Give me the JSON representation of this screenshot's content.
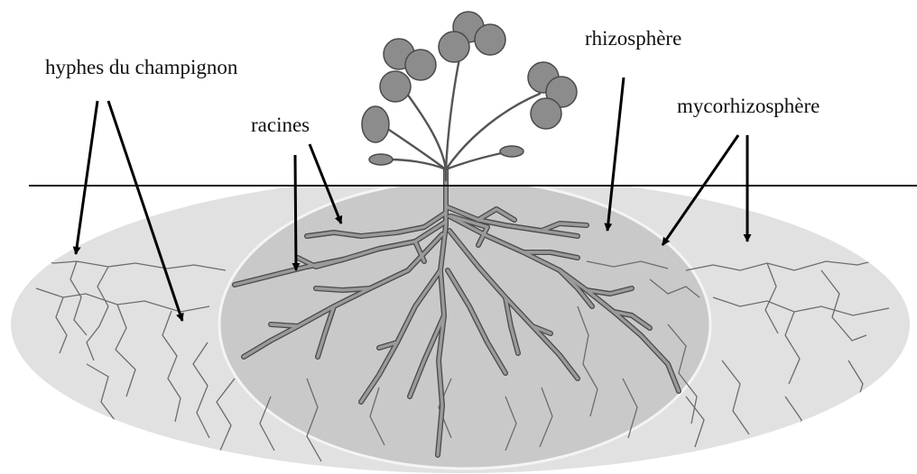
{
  "labels": {
    "hyphae": "hyphes du champignon",
    "roots": "racines",
    "rhizosphere": "rhizosphère",
    "mycorhizosphere": "mycorhizosphère"
  },
  "colors": {
    "outer_zone": "#e1e1e1",
    "inner_zone": "#c9c9c9",
    "zone_outline": "#f4f4f4",
    "root_fill": "#9a9a9a",
    "root_outline": "#4a4a4a",
    "hyphae": "#6c6c6c",
    "leaf_fill": "#8c8c8c",
    "stem": "#555555",
    "ground_line": "#111111",
    "arrow": "#000000"
  }
}
